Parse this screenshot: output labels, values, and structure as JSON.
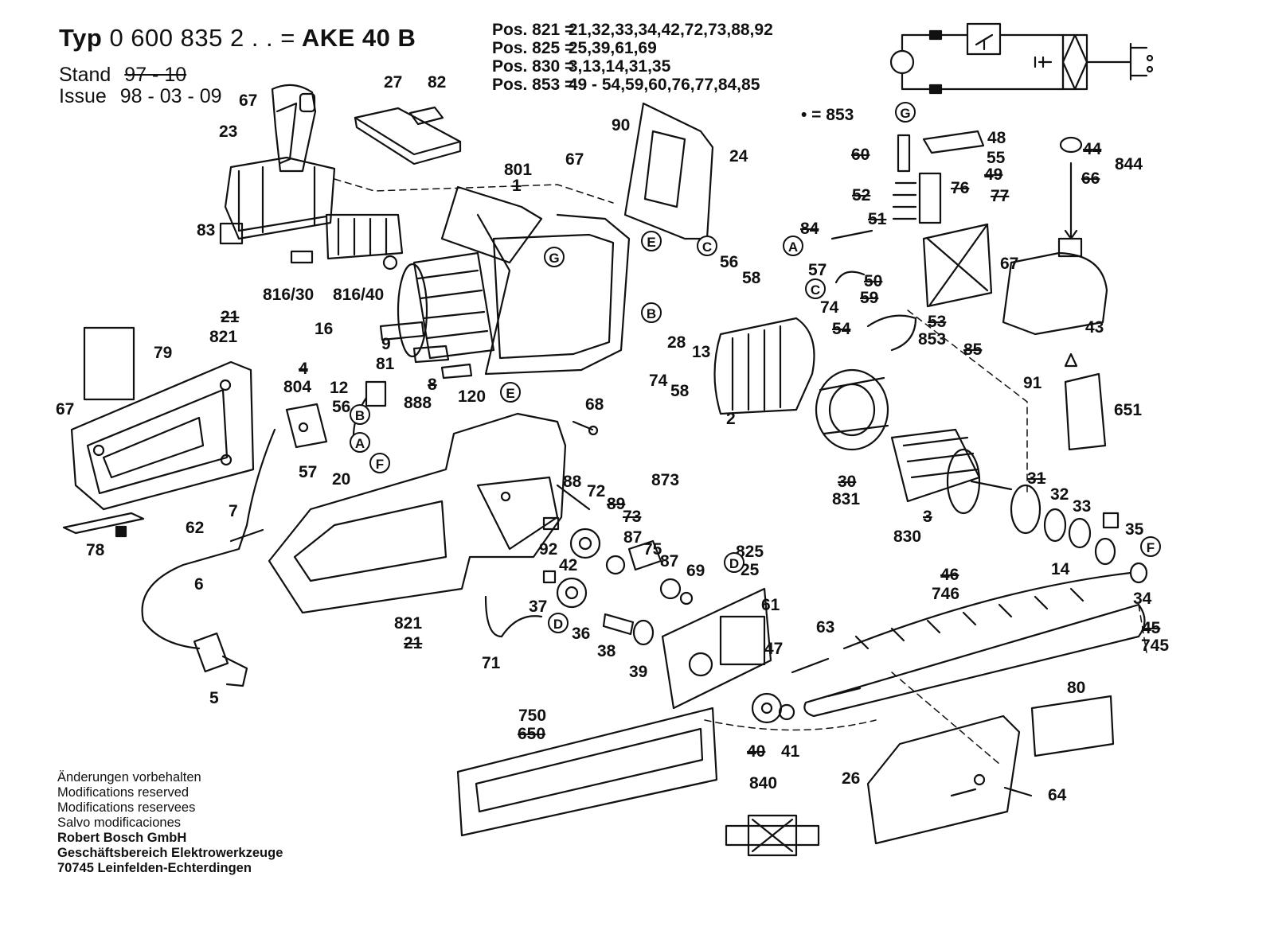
{
  "header": {
    "typ_label": "Typ",
    "typ_number": "0 600 835 2 . . =",
    "model": "AKE 40 B",
    "stand_label": "Stand",
    "stand_value": "97 - 10",
    "issue_label": "Issue",
    "issue_value": "98 - 03 - 09"
  },
  "positions": [
    {
      "label": "Pos. 821 =",
      "value": "21,32,33,34,42,72,73,88,92"
    },
    {
      "label": "Pos. 825 =",
      "value": "25,39,61,69"
    },
    {
      "label": "Pos. 830 =",
      "value": "3,13,14,31,35"
    },
    {
      "label": "Pos. 853 =",
      "value": "49 - 54,59,60,76,77,84,85"
    }
  ],
  "bullet_legend": "• = 853",
  "footer": {
    "lines": [
      "Änderungen vorbehalten",
      "Modifications reserved",
      "Modifications reservees",
      "Salvo modificaciones"
    ],
    "company": "Robert Bosch GmbH",
    "division": "Geschäftsbereich Elektrowerkzeuge",
    "address": "70745 Leinfelden-Echterdingen"
  },
  "callouts": [
    {
      "id": "c67a",
      "text": "67"
    },
    {
      "id": "c23",
      "text": "23"
    },
    {
      "id": "c27",
      "text": "27"
    },
    {
      "id": "c82",
      "text": "82"
    },
    {
      "id": "c90",
      "text": "90"
    },
    {
      "id": "c24",
      "text": "24"
    },
    {
      "id": "c801",
      "text": "801"
    },
    {
      "id": "c1",
      "text": "1"
    },
    {
      "id": "c67b",
      "text": "67"
    },
    {
      "id": "c83",
      "text": "83"
    },
    {
      "id": "cE1",
      "text": "E"
    },
    {
      "id": "cG1",
      "text": "G"
    },
    {
      "id": "c816_30",
      "text": "816/30"
    },
    {
      "id": "c816_40",
      "text": "816/40"
    },
    {
      "id": "c16",
      "text": "16"
    },
    {
      "id": "c9",
      "text": "9"
    },
    {
      "id": "c81",
      "text": "81"
    },
    {
      "id": "c8",
      "text": "8"
    },
    {
      "id": "c888",
      "text": "888"
    },
    {
      "id": "c120",
      "text": "120"
    },
    {
      "id": "c21a",
      "text": "21"
    },
    {
      "id": "c821a",
      "text": "821"
    },
    {
      "id": "c79",
      "text": "79"
    },
    {
      "id": "c4",
      "text": "4"
    },
    {
      "id": "c804",
      "text": "804"
    },
    {
      "id": "c12",
      "text": "12"
    },
    {
      "id": "c56a",
      "text": "56"
    },
    {
      "id": "cB1",
      "text": "B"
    },
    {
      "id": "cA1",
      "text": "A"
    },
    {
      "id": "c57a",
      "text": "57"
    },
    {
      "id": "c20",
      "text": "20"
    },
    {
      "id": "cF1",
      "text": "F"
    },
    {
      "id": "c67c",
      "text": "67"
    },
    {
      "id": "c7",
      "text": "7"
    },
    {
      "id": "c62",
      "text": "62"
    },
    {
      "id": "c78",
      "text": "78"
    },
    {
      "id": "c6",
      "text": "6"
    },
    {
      "id": "c5",
      "text": "5"
    },
    {
      "id": "cE2",
      "text": "E"
    },
    {
      "id": "c68",
      "text": "68"
    },
    {
      "id": "cC1",
      "text": "C"
    },
    {
      "id": "c56b",
      "text": "56"
    },
    {
      "id": "c58a",
      "text": "58"
    },
    {
      "id": "cB2",
      "text": "B"
    },
    {
      "id": "c28",
      "text": "28"
    },
    {
      "id": "c13",
      "text": "13"
    },
    {
      "id": "c74a",
      "text": "74"
    },
    {
      "id": "c58b",
      "text": "58"
    },
    {
      "id": "c2",
      "text": "2"
    },
    {
      "id": "c88",
      "text": "88"
    },
    {
      "id": "c72",
      "text": "72"
    },
    {
      "id": "c89",
      "text": "89"
    },
    {
      "id": "c73",
      "text": "73"
    },
    {
      "id": "c873",
      "text": "873"
    },
    {
      "id": "c92",
      "text": "92"
    },
    {
      "id": "c42",
      "text": "42"
    },
    {
      "id": "c87a",
      "text": "87"
    },
    {
      "id": "c75",
      "text": "75"
    },
    {
      "id": "c87b",
      "text": "87"
    },
    {
      "id": "c69",
      "text": "69"
    },
    {
      "id": "c825",
      "text": "825"
    },
    {
      "id": "c25",
      "text": "25"
    },
    {
      "id": "cD1",
      "text": "D"
    },
    {
      "id": "c61",
      "text": "61"
    },
    {
      "id": "c47",
      "text": "47"
    },
    {
      "id": "c63",
      "text": "63"
    },
    {
      "id": "c37",
      "text": "37"
    },
    {
      "id": "c36",
      "text": "36"
    },
    {
      "id": "cD2",
      "text": "D"
    },
    {
      "id": "c38",
      "text": "38"
    },
    {
      "id": "c39",
      "text": "39"
    },
    {
      "id": "c821b",
      "text": "821"
    },
    {
      "id": "c21b",
      "text": "21"
    },
    {
      "id": "c71",
      "text": "71"
    },
    {
      "id": "c30",
      "text": "30"
    },
    {
      "id": "c831",
      "text": "831"
    },
    {
      "id": "c3",
      "text": "3"
    },
    {
      "id": "c830",
      "text": "830"
    },
    {
      "id": "c31",
      "text": "31"
    },
    {
      "id": "c32",
      "text": "32"
    },
    {
      "id": "c33",
      "text": "33"
    },
    {
      "id": "c35",
      "text": "35"
    },
    {
      "id": "c14",
      "text": "14"
    },
    {
      "id": "cF2",
      "text": "F"
    },
    {
      "id": "c34",
      "text": "34"
    },
    {
      "id": "c46",
      "text": "46"
    },
    {
      "id": "c746",
      "text": "746"
    },
    {
      "id": "c45",
      "text": "45"
    },
    {
      "id": "c745",
      "text": "745"
    },
    {
      "id": "c80",
      "text": "80"
    },
    {
      "id": "c750",
      "text": "750"
    },
    {
      "id": "c650",
      "text": "650"
    },
    {
      "id": "c40",
      "text": "40"
    },
    {
      "id": "c41",
      "text": "41"
    },
    {
      "id": "c840",
      "text": "840"
    },
    {
      "id": "c26",
      "text": "26"
    },
    {
      "id": "c64",
      "text": "64"
    },
    {
      "id": "cG2",
      "text": "G"
    },
    {
      "id": "c48",
      "text": "48"
    },
    {
      "id": "c60",
      "text": "60"
    },
    {
      "id": "c55",
      "text": "55"
    },
    {
      "id": "c49",
      "text": "49"
    },
    {
      "id": "c52",
      "text": "52"
    },
    {
      "id": "c76",
      "text": "76"
    },
    {
      "id": "c77",
      "text": "77"
    },
    {
      "id": "c51",
      "text": "51"
    },
    {
      "id": "c84",
      "text": "84"
    },
    {
      "id": "cA2",
      "text": "A"
    },
    {
      "id": "c57b",
      "text": "57"
    },
    {
      "id": "c50",
      "text": "50"
    },
    {
      "id": "cC2",
      "text": "C"
    },
    {
      "id": "c74b",
      "text": "74"
    },
    {
      "id": "c59",
      "text": "59"
    },
    {
      "id": "c54",
      "text": "54"
    },
    {
      "id": "c53",
      "text": "53"
    },
    {
      "id": "c853",
      "text": "853"
    },
    {
      "id": "c67d",
      "text": "67"
    },
    {
      "id": "c85",
      "text": "85"
    },
    {
      "id": "c44",
      "text": "44"
    },
    {
      "id": "c844",
      "text": "844"
    },
    {
      "id": "c66",
      "text": "66"
    },
    {
      "id": "c43",
      "text": "43"
    },
    {
      "id": "c91",
      "text": "91"
    },
    {
      "id": "c651",
      "text": "651"
    }
  ]
}
